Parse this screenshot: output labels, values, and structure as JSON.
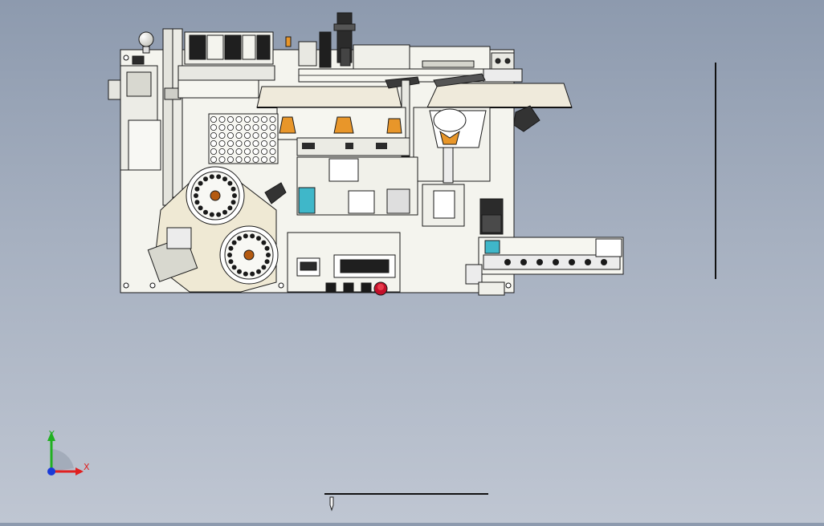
{
  "app": {
    "title": "",
    "view": "front"
  },
  "triad": {
    "x_label": "X",
    "y_label": "Y",
    "x_color": "#e02020",
    "y_color": "#20b020",
    "origin_color": "#1a3ad8"
  },
  "colors": {
    "background_top": "#8d9aae",
    "background_bottom": "#bfc6d2",
    "part_fill": "#f2f2ec",
    "part_stroke": "#1a1a1a",
    "accent_orange": "#e8962a",
    "accent_cyan": "#3fb7c9",
    "accent_red": "#c4102a",
    "dark_part": "#2b2b2b"
  },
  "icons": {
    "triad": "xyz-axis-triad-icon",
    "stop_button": "emergency-stop-icon"
  }
}
